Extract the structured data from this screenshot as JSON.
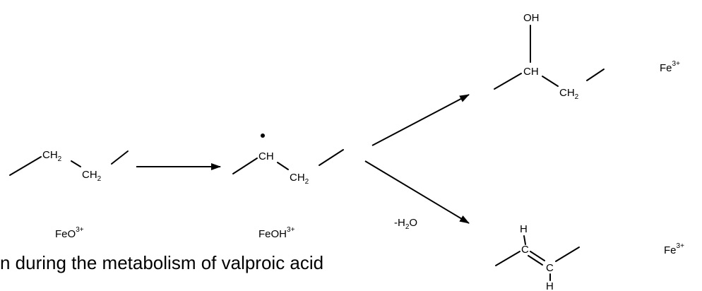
{
  "molecules": {
    "start": {
      "upper": {
        "text": "CH",
        "sub": "2"
      },
      "lower": {
        "text": "CH",
        "sub": "2"
      },
      "iron": {
        "text": "FeO",
        "sup": "3+"
      }
    },
    "radical": {
      "upper": {
        "text": "CH"
      },
      "lower": {
        "text": "CH",
        "sub": "2"
      },
      "iron": {
        "text": "FeOH",
        "sup": "3+"
      }
    },
    "alcohol": {
      "hydroxyl": "OH",
      "upper": {
        "text": "CH"
      },
      "lower": {
        "text": "CH",
        "sub": "2"
      },
      "iron": {
        "text": "Fe",
        "sup": "3+"
      }
    },
    "alkene": {
      "h_top": "H",
      "c1": "C",
      "c2": "C",
      "h_bottom": "H",
      "iron": {
        "text": "Fe",
        "sup": "3+"
      }
    }
  },
  "reagents": {
    "dehydration": {
      "prefix": "-H",
      "sub": "2",
      "suffix": "O"
    }
  },
  "caption": "n during the metabolism of valproic acid"
}
